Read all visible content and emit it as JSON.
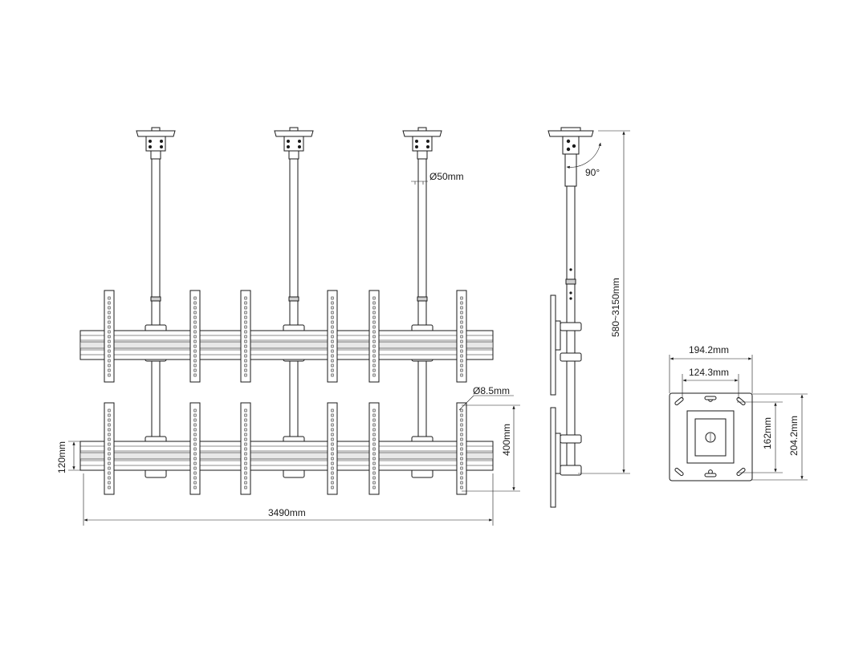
{
  "dimensions": {
    "pole_diameter": "Ø50mm",
    "hole_diameter": "Ø8.5mm",
    "rail_height": "120mm",
    "rail_spacing": "400mm",
    "total_width": "3490mm",
    "height_range": "580~3150mm",
    "rotation": "90°",
    "plate_width": "194.2mm",
    "plate_hole_width": "124.3mm",
    "plate_hole_height": "162mm",
    "plate_height": "204.2mm"
  },
  "colors": {
    "line": "#1a1a1a",
    "fill_grey": "#cfcfcf",
    "background": "#ffffff"
  }
}
